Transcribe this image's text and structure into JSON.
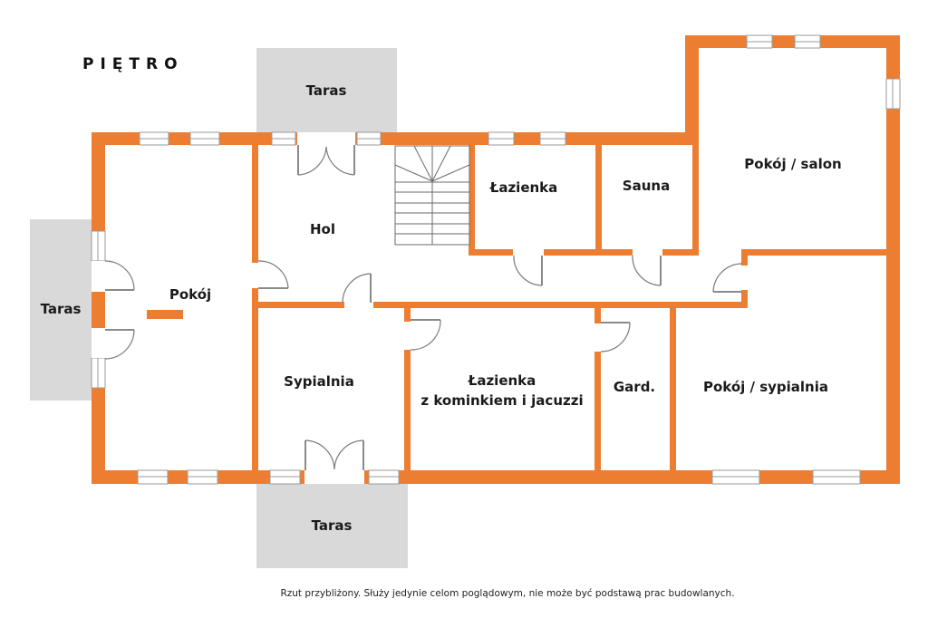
{
  "title": "PIĘTRO",
  "colors": {
    "wall": "#ED7D31",
    "terrace": "#D9D9D9",
    "window": "#FFFFFF",
    "text": "#1A1A1A"
  },
  "terraces": {
    "top": "Taras",
    "left": "Taras",
    "bottom": "Taras"
  },
  "rooms": {
    "pokoj_left": "Pokój",
    "hol": "Hol",
    "lazienka_top": "Łazienka",
    "sauna": "Sauna",
    "pokoj_salon": "Pokój / salon",
    "sypialnia": "Sypialnia",
    "lazienka_jacuzzi_line1": "Łazienka",
    "lazienka_jacuzzi_line2": "z kominkiem i jacuzzi",
    "garderoba": "Gard.",
    "pokoj_sypialnia": "Pokój / sypialnia"
  },
  "icons": {
    "staircase": "staircase-icon",
    "door": "door-swing-icon",
    "window": "window-icon"
  },
  "disclaimer": "Rzut przybliżony. Służy jedynie celom poglądowym, nie może być podstawą prac budowlanych."
}
